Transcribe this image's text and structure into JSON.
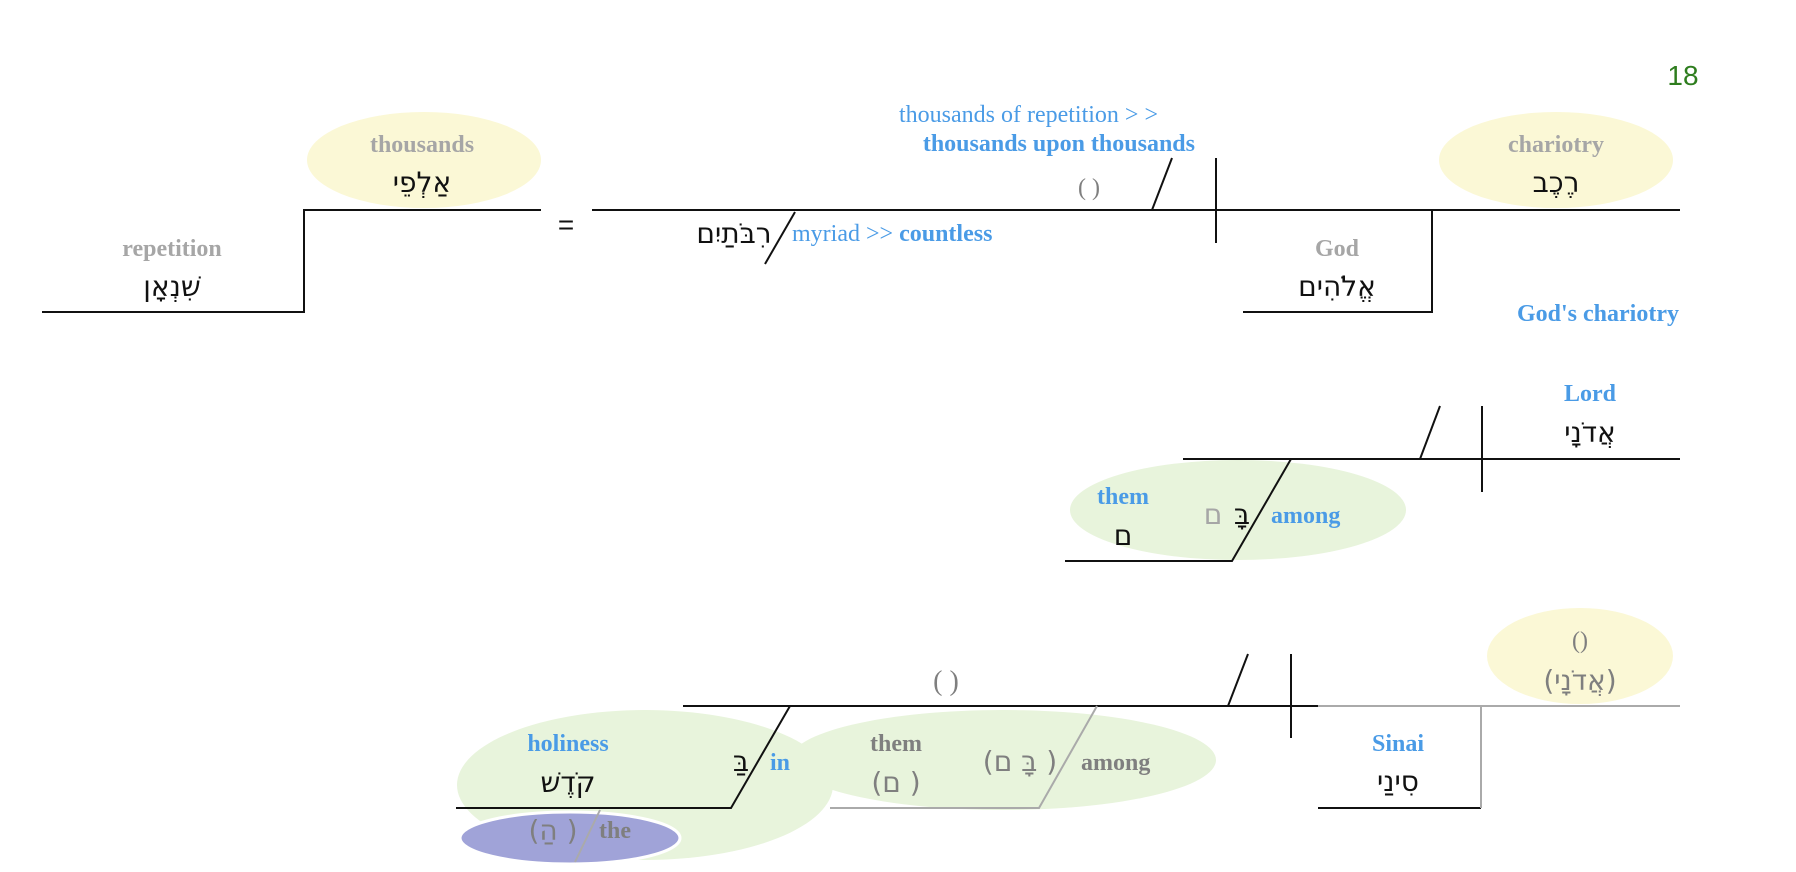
{
  "page_number": "18",
  "colors": {
    "yellow_bubble": "#fbf8d6",
    "green_bubble": "#e8f4dc",
    "purple_bubble": "#a0a3d8",
    "gloss_gray": "#a6a6a6",
    "gloss_blue": "#4a9be6",
    "page_number_green": "#2e7d1e"
  },
  "line1": {
    "repetition_gloss": "repetition",
    "repetition_heb": "שִׁנְאָן",
    "thousands_gloss": "thousands",
    "thousands_heb": "אַלְפֵי",
    "equals": "=",
    "ribbotayim_heb": "רִבֹּתַיִם",
    "myriad_gloss": "myriad >>",
    "countless_gloss": "countless",
    "thousands_of_repetition": "thousands of repetition > >",
    "thousands_upon_thousands": "thousands upon thousands",
    "empty_paren": "( )",
    "chariotry_gloss": "chariotry",
    "chariotry_heb": "רֶכֶב",
    "god_gloss": "God",
    "god_heb": "אֱלֹהִים",
    "gods_chariotry": "God's chariotry"
  },
  "line2": {
    "lord_gloss": "Lord",
    "lord_heb": "אֲדֹנָי",
    "them_gloss": "them",
    "them_heb": "ם",
    "prep_heb": "בָּ",
    "prep_paren_heb": "ם",
    "among_gloss": "among"
  },
  "line3": {
    "implied_paren": "()",
    "implied_lord_heb": "(אֲדֹנָי)",
    "top_paren": "( )",
    "sinai_gloss": "Sinai",
    "sinai_heb": "סִינַי",
    "them_gloss": "them",
    "them_heb": "( ם)",
    "among_heb": "( בָּ ם)",
    "among_gloss": "among",
    "holiness_gloss": "holiness",
    "holiness_heb": "קֹדֶשׁ",
    "in_heb": "בַּ",
    "in_gloss": "in",
    "the_heb": "( הַ)",
    "the_gloss": "the"
  }
}
